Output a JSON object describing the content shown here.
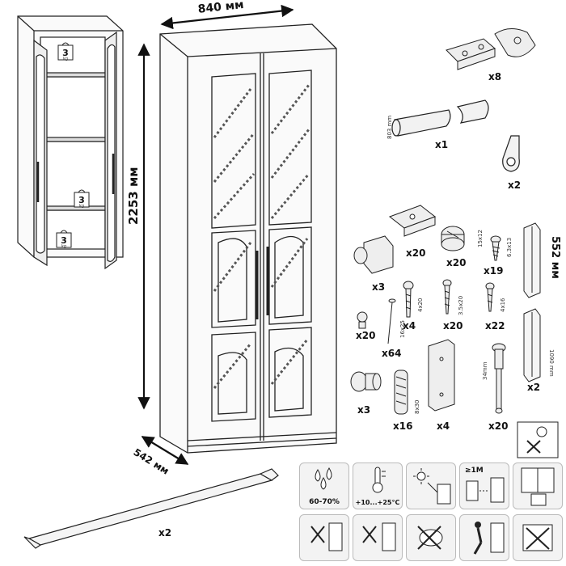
{
  "dimensions": {
    "width": "840 мм",
    "height": "2253 мм",
    "depth": "542 мм",
    "profile_length": "552 мм",
    "profile_length_small": "1090 mm",
    "rod_length": "803 mm"
  },
  "shelf_load": {
    "value": "3",
    "unit": "kg"
  },
  "parts": {
    "hinge": "x8",
    "rod": "x1",
    "rod_holder": "x2",
    "shelf_support": "x20",
    "cam_lock": "x20",
    "cam_size": "15x12",
    "cam_screw": "x19",
    "cam_screw_size": "6.3x13",
    "profile": "x2",
    "leveler": "x3",
    "screw_4x20": "x4",
    "screw_4x20_size": "4x20",
    "screw_35x20": "x20",
    "screw_35x20_size": "3.5x20",
    "screw_4x16": "x22",
    "screw_4x16_size": "4x16",
    "small_connector": "x20",
    "nail": "x64",
    "nail_size": "16x25",
    "knob": "x3",
    "dowel": "x16",
    "dowel_size": "8x30",
    "plate": "x4",
    "cam_bolt": "x20",
    "cam_bolt_size": "34mm",
    "handle": "x2"
  },
  "care_icons": {
    "humidity": "60-70%",
    "temperature": "+10...+25°C",
    "distance": "≥1M"
  }
}
